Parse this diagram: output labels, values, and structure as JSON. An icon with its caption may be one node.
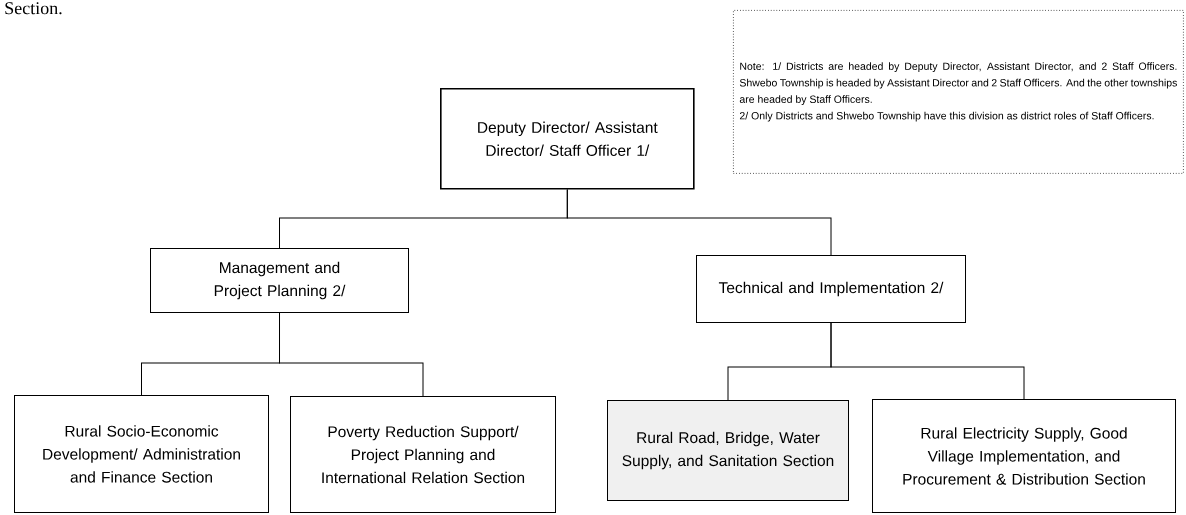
{
  "diagram": {
    "nodes": [
      {
        "text": [
          "Deputy Director/ Assistant Director/ Staff Officer 1/"
        ]
      },
      {
        "text": [
          "Management and Project Planning 2/"
        ]
      },
      {
        "text": [
          "Technical and Implementation 2/"
        ]
      },
      {
        "text": [
          "Rural Socio-Economic Development/ Administration and Finance Section"
        ]
      },
      {
        "text": [
          "Poverty Reduction Support/ Project Planning and International Relation Section"
        ]
      },
      {
        "text": [
          "Rural Road, Bridge, Water Supply, and Sanitation Section"
        ]
      },
      {
        "text": [
          "Rural Electricity Supply, Good Village Implementation, and Procurement & Distribution Section"
        ]
      },
      {
        "text": [
          "Note: 1/ Districts are headed by Deputy Director, Assistant Director, and 2 Staff Officers. Shwebo Township is headed by Assistant Director and 2 Staff Officers. And the other townships are headed by Staff Officers.",
          "2/ Only Districts and Shwebo Township have this division as district roles of Staff Officers."
        ]
      }
    ],
    "edges": [
      {
        "from": 0,
        "to": 1,
        "arrow": "none"
      },
      {
        "from": 0,
        "to": 2,
        "arrow": "none"
      },
      {
        "from": 1,
        "to": 3,
        "arrow": "none"
      },
      {
        "from": 1,
        "to": 4,
        "arrow": "none"
      },
      {
        "from": 2,
        "to": 5,
        "arrow": "none"
      },
      {
        "from": 2,
        "to": 6,
        "arrow": "none"
      }
    ],
    "labels": [
      "Section."
    ]
  }
}
